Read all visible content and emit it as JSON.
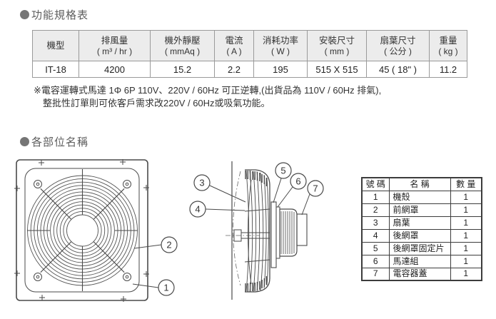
{
  "sections": {
    "spec_title": "功能規格表",
    "parts_title": "各部位名稱"
  },
  "spec_table": {
    "headers": [
      {
        "l1": "機型",
        "l2": ""
      },
      {
        "l1": "排風量",
        "l2": "( m³ / hr )"
      },
      {
        "l1": "機外靜壓",
        "l2": "( mmAq )"
      },
      {
        "l1": "電流",
        "l2": "( A )"
      },
      {
        "l1": "消耗功率",
        "l2": "( W )"
      },
      {
        "l1": "安裝尺寸",
        "l2": "( mm )"
      },
      {
        "l1": "扇葉尺寸",
        "l2": "( 公分 )"
      },
      {
        "l1": "重量",
        "l2": "( kg )"
      }
    ],
    "row": [
      "IT-18",
      "4200",
      "15.2",
      "2.2",
      "195",
      "515 X 515",
      "45 ( 18\" )",
      "11.2"
    ]
  },
  "note": {
    "line1": "※電容運轉式馬達 1Φ  6P  110V、220V / 60Hz 可正逆轉,(出貨品為 110V / 60Hz 排氣),",
    "line2": "整批性訂單則可依客戶需求改220V / 60Hz或吸氣功能。"
  },
  "parts_table": {
    "headers": [
      "號 碼",
      "名 稱",
      "數 量"
    ],
    "rows": [
      [
        "1",
        "機殼",
        "1"
      ],
      [
        "2",
        "前網罩",
        "1"
      ],
      [
        "3",
        "扇葉",
        "1"
      ],
      [
        "4",
        "後網罩",
        "1"
      ],
      [
        "5",
        "後網罩固定片",
        "1"
      ],
      [
        "6",
        "馬達組",
        "1"
      ],
      [
        "7",
        "電容器蓋",
        "1"
      ]
    ]
  },
  "callouts": [
    "1",
    "2",
    "3",
    "4",
    "5",
    "6",
    "7"
  ],
  "colors": {
    "title_text": "#5e5e5e",
    "spec_header_bg": "#ececec",
    "spec_border": "#9a9a9a",
    "parts_border": "#3c3c3c",
    "line_art": "#4a4a4a"
  }
}
